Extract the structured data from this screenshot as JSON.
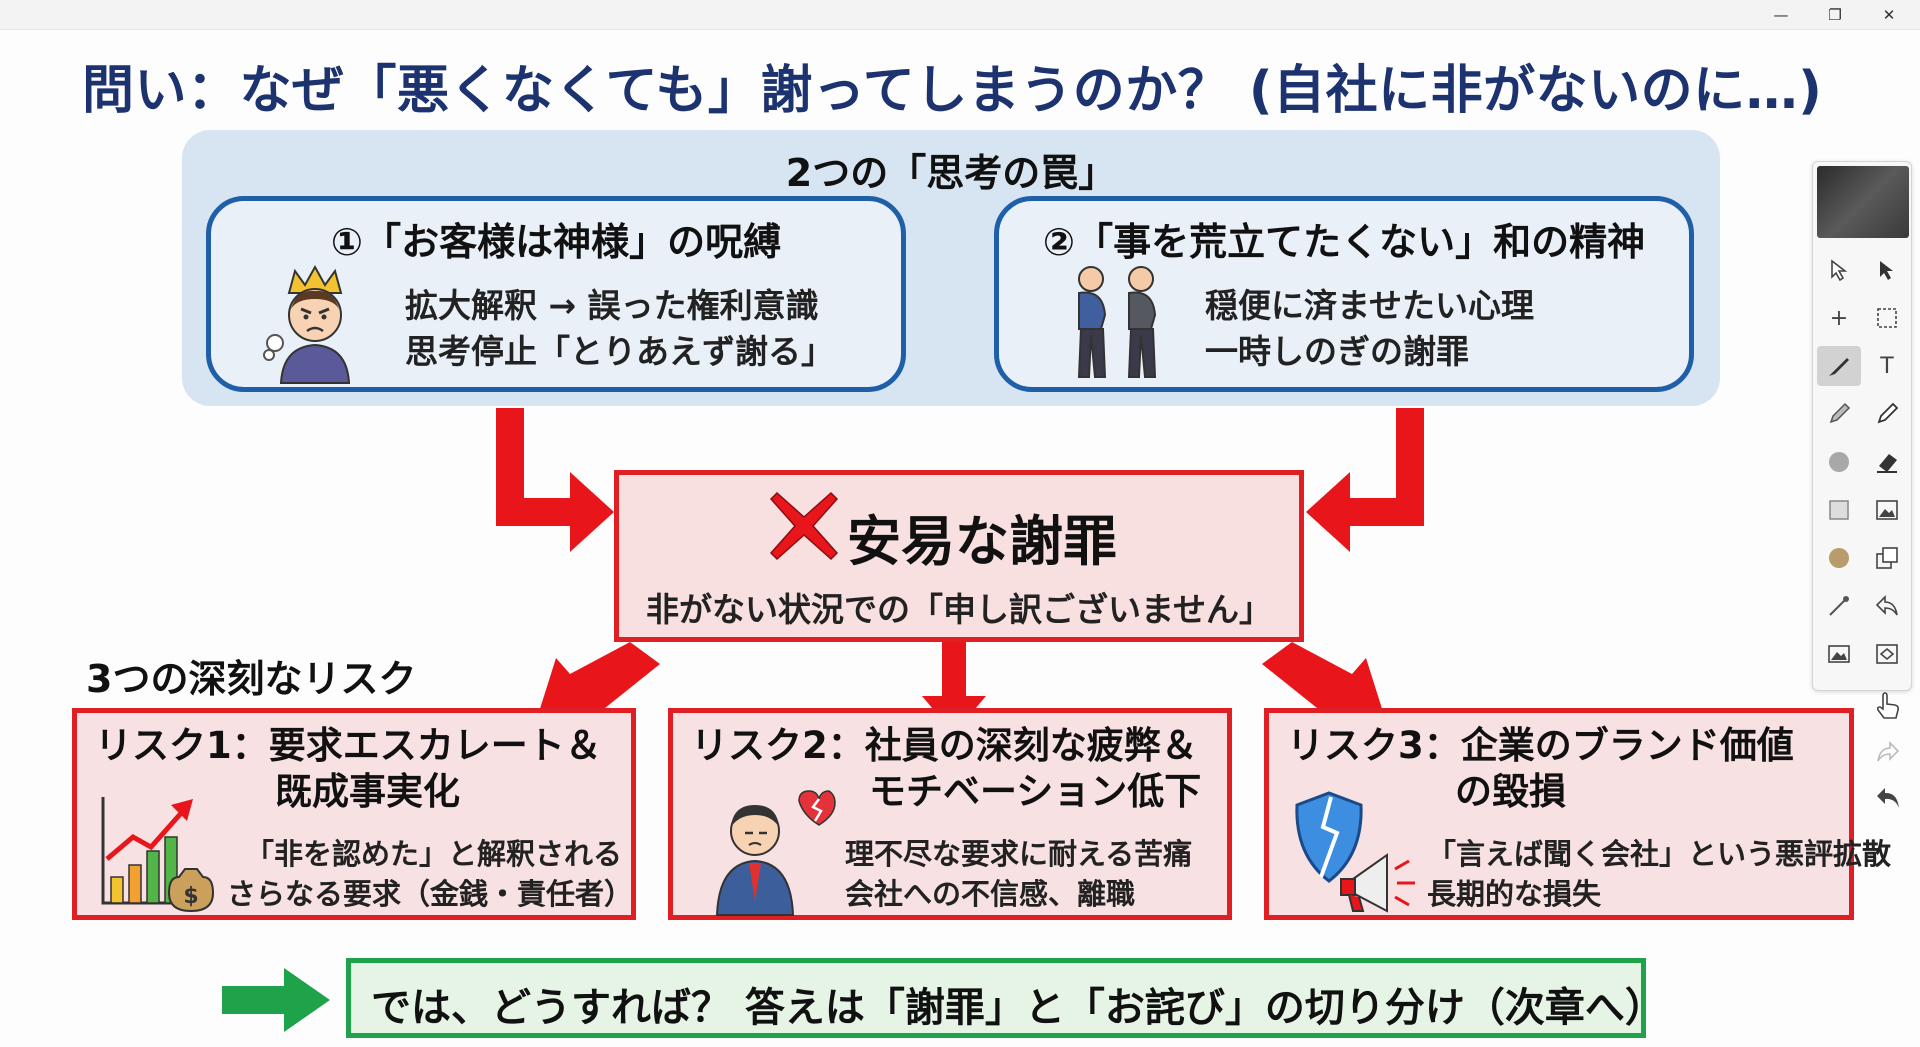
{
  "window": {
    "minimize_glyph": "—",
    "maximize_glyph": "❐",
    "close_glyph": "✕"
  },
  "slide": {
    "title": "問い：なぜ「悪くなくても」謝ってしまうのか？ (自社に非がないのに…)",
    "panel_title": "2つの「思考の罠」",
    "trap1": {
      "title": "①「お客様は神様」の呪縛",
      "line1": "拡大解釈 → 誤った権利意識",
      "line2": "思考停止「とりあえず謝る」",
      "icon": "angry-king-icon"
    },
    "trap2": {
      "title": "②「事を荒立てたくない」和の精神",
      "line1": "穏便に済ませたい心理",
      "line2": "一時しのぎの謝罪",
      "icon": "bowing-people-icon"
    },
    "center": {
      "title": "安易な謝罪",
      "subtitle": "非がない状況での「申し訳ございません」",
      "icon": "red-x-icon"
    },
    "risks_label": "3つの深刻なリスク",
    "risk1": {
      "title1": "リスク1：要求エスカレート＆",
      "title2": "既成事実化",
      "line1": "「非を認めた」と解釈される",
      "line2": "さらなる要求（金銭・責任者）",
      "icon": "rising-chart-moneybag-icon"
    },
    "risk2": {
      "title1": "リスク2：社員の深刻な疲弊＆",
      "title2": "モチベーション低下",
      "line1": "理不尽な要求に耐える苦痛",
      "line2": "会社への不信感、離職",
      "icon": "tired-employee-heartbreak-icon"
    },
    "risk3": {
      "title1": "リスク3：企業のブランド価値",
      "title2": "の毀損",
      "line1": "「言えば聞く会社」という悪評拡散",
      "line2": "長期的な損失",
      "icon": "broken-shield-megaphone-icon"
    },
    "answer": "では、どうすれば？ 答えは「謝罪」と「お詫び」の切り分け（次章へ）"
  },
  "colors": {
    "title": "#1d3370",
    "trap_border": "#1f5fa8",
    "risk_border": "#e01f25",
    "arrow": "#e8161b",
    "answer_border": "#1ea34a",
    "answer_arrow": "#1ea34a"
  },
  "toolbar": {
    "text_tool_glyph": "T",
    "icons": [
      "hollow-pointer-icon",
      "pointer-icon",
      "plus-icon",
      "rect-select-icon",
      "pen-icon",
      "text-icon",
      "pencil-icon",
      "marker-icon",
      "gray-circle-icon",
      "eraser-icon",
      "square-shade-icon",
      "image-frame-icon",
      "tan-circle-icon",
      "duplicate-icon",
      "brush-icon",
      "undo-icon",
      "image-icon",
      "screenshot-icon",
      "hand-pointer-icon",
      "redo-icon",
      "back-icon"
    ]
  }
}
